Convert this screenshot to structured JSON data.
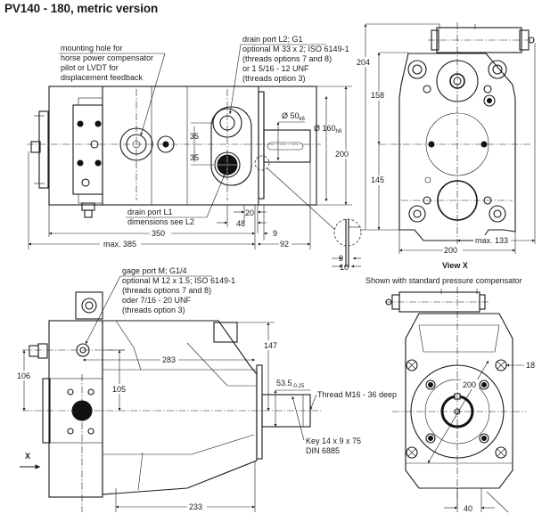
{
  "title": "PV140  - 180, metric version",
  "top_view": {
    "callout_mounting_hole": [
      "mounting hole for",
      "horse power compensator",
      "pilot or LVDT for",
      "displacement feedback"
    ],
    "callout_drain_L2": [
      "drain port L2; G1",
      "optional M 33 x 2; ISO 6149-1",
      "(threads options 7 and 8)",
      "or 1 5/16 - 12 UNF",
      "(threads option 3)"
    ],
    "callout_drain_L1": [
      "drain port L1",
      "dimensions see L2"
    ],
    "dim_shaft_dia": "Ø 50",
    "dim_shaft_dia_tol": "k6",
    "dim_pilot_dia": "Ø 160",
    "dim_pilot_dia_tol": "h8",
    "dim_port_offset_upper": "35",
    "dim_port_offset_lower": "35",
    "dim_height": "200",
    "dim_20": "20",
    "dim_48": "48",
    "dim_9": "9",
    "dim_350": "350",
    "dim_max385": "max. 385",
    "dim_92": "92",
    "detail_dim_9": "9",
    "detail_dim_10": "10"
  },
  "view_x": {
    "label": "View X",
    "dim_204": "204",
    "dim_158": "158",
    "dim_145": "145",
    "dim_200": "200",
    "dim_max133": "max. 133"
  },
  "side_view": {
    "callout_gage_port": [
      "gage port M; G1/4",
      "optional M 12 x 1.5; ISO 6149-1",
      "(threads options 7 and 8)",
      "oder 7/16 - 20 UNF",
      "(threads option 3)"
    ],
    "dim_147": "147",
    "dim_283": "283",
    "dim_106": "106",
    "dim_105": "105",
    "dim_233": "233",
    "dim_key_len": "53.5",
    "dim_key_len_tol": "-0.25",
    "callout_thread": "Thread M16 - 36 deep",
    "callout_key": [
      "Key 14 x 9 x 75",
      "DIN 6885"
    ],
    "view_arrow_label": "X"
  },
  "front_view": {
    "caption": "Shown with standard pressure compensator",
    "dim_18": "18",
    "dim_200": "200",
    "dim_40": "40"
  }
}
